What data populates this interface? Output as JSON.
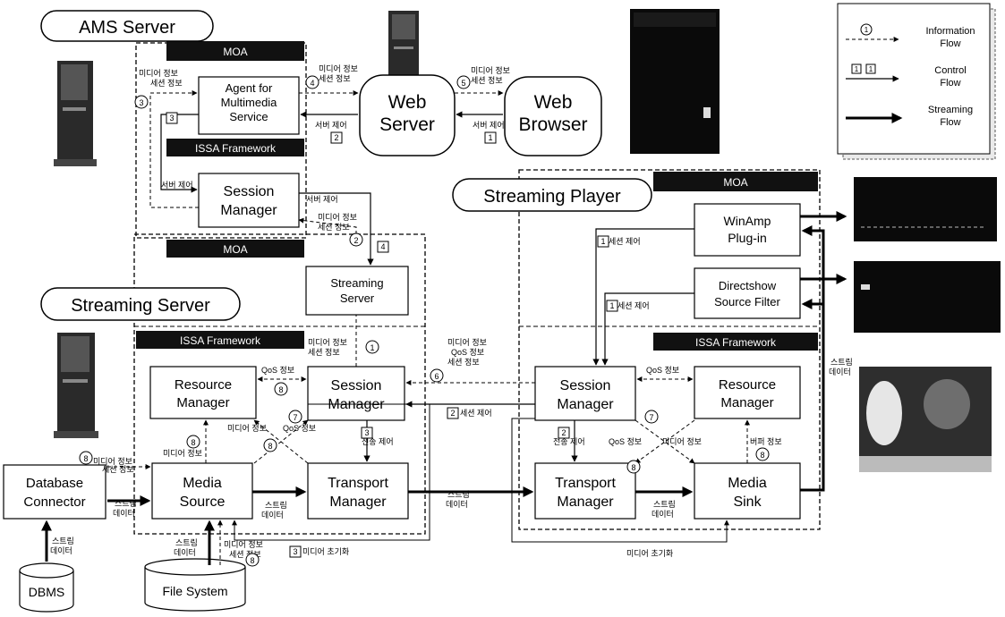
{
  "titles": {
    "ams_server": "AMS Server",
    "streaming_server": "Streaming Server",
    "streaming_player": "Streaming Player"
  },
  "bars": {
    "moa": "MOA",
    "issa": "ISSA Framework"
  },
  "boxes": {
    "agent": [
      "Agent for",
      "Multimedia",
      "Service"
    ],
    "web_server": [
      "Web",
      "Server"
    ],
    "web_browser": [
      "Web",
      "Browser"
    ],
    "ams_session_manager": [
      "Session",
      "Manager"
    ],
    "streaming_server_box": [
      "Streaming",
      "Server"
    ],
    "ss_resource_manager": [
      "Resource",
      "Manager"
    ],
    "ss_session_manager": [
      "Session",
      "Manager"
    ],
    "database_connector": [
      "Database",
      "Connector"
    ],
    "media_source": [
      "Media",
      "Source"
    ],
    "ss_transport_manager": [
      "Transport",
      "Manager"
    ],
    "winamp": [
      "WinAmp",
      "Plug-in"
    ],
    "directshow": [
      "Directshow",
      "Source Filter"
    ],
    "sp_session_manager": [
      "Session",
      "Manager"
    ],
    "sp_resource_manager": [
      "Resource",
      "Manager"
    ],
    "sp_transport_manager": [
      "Transport",
      "Manager"
    ],
    "media_sink": [
      "Media",
      "Sink"
    ],
    "dbms": "DBMS",
    "file_system": "File System"
  },
  "legend": {
    "information_flow": [
      "Information",
      "Flow"
    ],
    "control_flow": [
      "Control",
      "Flow"
    ],
    "streaming_flow": [
      "Streaming",
      "Flow"
    ]
  },
  "labels": {
    "media_info": "미디어 정보",
    "session_info": "세션 정보",
    "server_control": "서버 제어",
    "session_control": "세션 제어",
    "qos_info": "QoS 정보",
    "stream": "스트림",
    "data": "데이터",
    "transfer_control": "전송 제어",
    "buffer_info": "버퍼 정보",
    "media_init": "미디어 초기화"
  },
  "markers": {
    "one": "1",
    "two": "2",
    "three": "3",
    "four": "4",
    "five": "5",
    "six": "6",
    "seven": "7",
    "eight": "8"
  }
}
